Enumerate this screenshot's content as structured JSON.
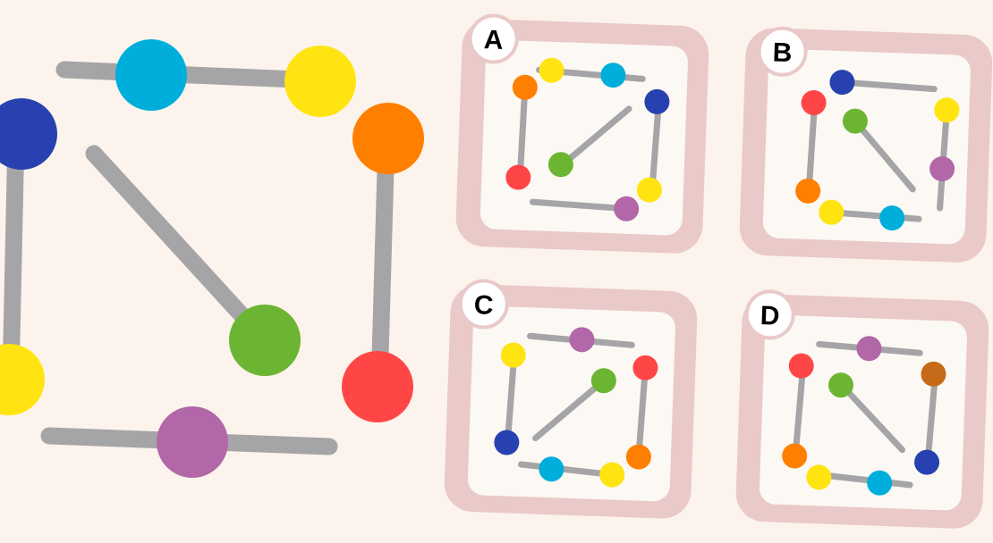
{
  "colors": {
    "background": "#FCF4EC",
    "card_border": "#EAC9C9",
    "card_inner": "#FCF8F3",
    "stick": "#A5A5A8",
    "label_badge": "#FFFFFF",
    "label_text": "#000000",
    "blue": "#2742B0",
    "cyan": "#00AEDB",
    "yellow": "#FFE411",
    "orange": "#FF7F00",
    "green": "#6CB533",
    "red": "#FF4646",
    "purple": "#B167A8",
    "brown": "#C56A18"
  },
  "puzzle": {
    "sticks": 5,
    "balls": [
      "blue",
      "cyan",
      "yellow",
      "orange",
      "green",
      "red",
      "yellow",
      "purple"
    ]
  },
  "options": [
    {
      "label": "A",
      "ball_colors": [
        "orange",
        "yellow",
        "cyan",
        "blue",
        "green",
        "red",
        "yellow",
        "purple"
      ]
    },
    {
      "label": "B",
      "ball_colors": [
        "blue",
        "red",
        "green",
        "yellow",
        "purple",
        "orange",
        "yellow",
        "cyan"
      ]
    },
    {
      "label": "C",
      "ball_colors": [
        "purple",
        "yellow",
        "red",
        "green",
        "blue",
        "orange",
        "cyan",
        "yellow"
      ]
    },
    {
      "label": "D",
      "ball_colors": [
        "purple",
        "red",
        "brown",
        "green",
        "orange",
        "blue",
        "yellow",
        "cyan"
      ]
    }
  ]
}
